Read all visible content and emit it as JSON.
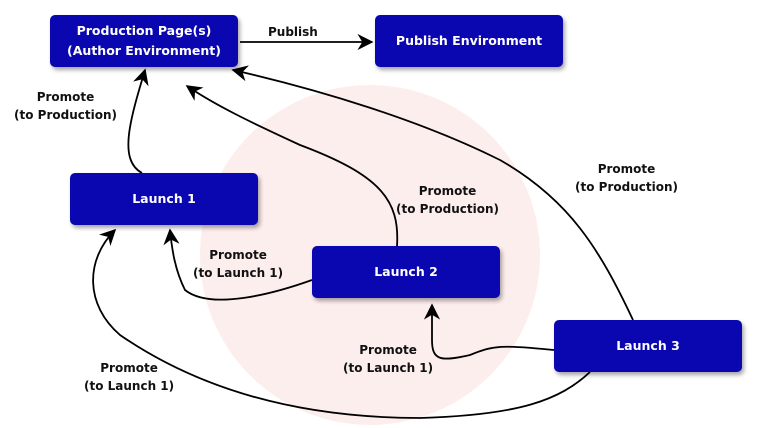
{
  "diagram": {
    "nodes": {
      "production": {
        "line1": "Production Page(s)",
        "line2": "(Author Environment)"
      },
      "publish": {
        "label": "Publish Environment"
      },
      "launch1": {
        "label": "Launch 1"
      },
      "launch2": {
        "label": "Launch 2"
      },
      "launch3": {
        "label": "Launch 3"
      }
    },
    "edges": [
      {
        "from": "production",
        "to": "publish",
        "label": "Publish"
      },
      {
        "from": "launch1",
        "to": "production",
        "line1": "Promote",
        "line2": "(to Production)"
      },
      {
        "from": "launch2",
        "to": "production",
        "line1": "Promote",
        "line2": "(to Production)"
      },
      {
        "from": "launch3",
        "to": "production",
        "line1": "Promote",
        "line2": "(to Production)"
      },
      {
        "from": "launch2",
        "to": "launch1",
        "line1": "Promote",
        "line2": "(to Launch 1)"
      },
      {
        "from": "launch3",
        "to": "launch2",
        "line1": "Promote",
        "line2": "(to Launch 1)"
      },
      {
        "from": "launch3",
        "to": "launch1",
        "line1": "Promote",
        "line2": "(to Launch 1)"
      }
    ],
    "colors": {
      "node_fill": "#0a06b0",
      "node_text": "#ffffff",
      "edge": "#000000",
      "watermark": "#fdeeee"
    }
  }
}
